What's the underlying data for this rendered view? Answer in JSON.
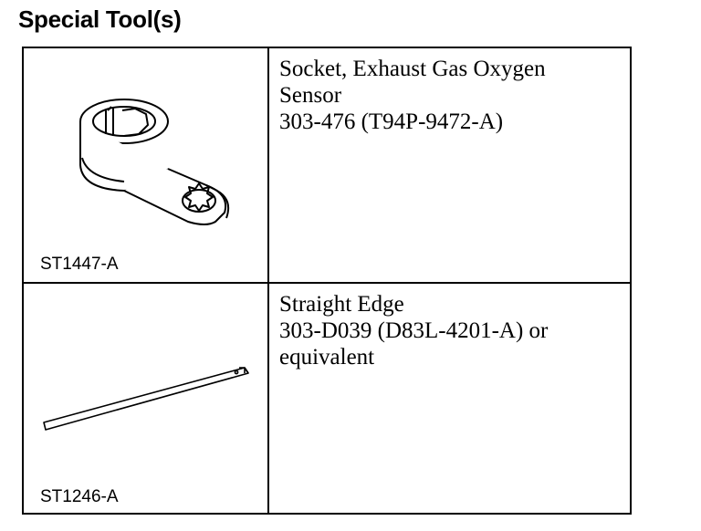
{
  "page": {
    "title": "Special Tool(s)"
  },
  "tools": [
    {
      "illustration_code": "ST1447-A",
      "illustration_icon": "oxygen-sensor-socket-icon",
      "description_lines": [
        "Socket, Exhaust Gas Oxygen",
        "Sensor",
        "303-476 (T94P-9472-A)"
      ]
    },
    {
      "illustration_code": "ST1246-A",
      "illustration_icon": "straight-edge-icon",
      "description_lines": [
        "Straight Edge",
        "303-D039 (D83L-4201-A) or",
        "equivalent"
      ]
    }
  ]
}
